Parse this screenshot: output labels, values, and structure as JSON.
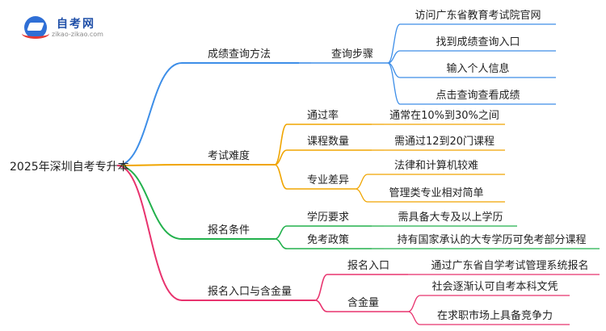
{
  "logo": {
    "title": "自考网",
    "subtitle": "zikao-zikao.com"
  },
  "root": "2025年深圳自考专升本",
  "branches": [
    {
      "label": "成绩查询方法",
      "color": "#3d8ee8",
      "children": [
        {
          "label": "查询步骤",
          "children": [
            "访问广东省教育考试院官网",
            "找到成绩查询入口",
            "输入个人信息",
            "点击查询查看成绩"
          ]
        }
      ]
    },
    {
      "label": "考试难度",
      "color": "#f0a500",
      "children": [
        {
          "label": "通过率",
          "children": [
            "通常在10%到30%之间"
          ]
        },
        {
          "label": "课程数量",
          "children": [
            "需通过12到20门课程"
          ]
        },
        {
          "label": "专业差异",
          "children": [
            "法律和计算机较难",
            "管理类专业相对简单"
          ]
        }
      ]
    },
    {
      "label": "报名条件",
      "color": "#22b14c",
      "children": [
        {
          "label": "学历要求",
          "children": [
            "需具备大专及以上学历"
          ]
        },
        {
          "label": "免考政策",
          "children": [
            "持有国家承认的大专学历可免考部分课程"
          ]
        }
      ]
    },
    {
      "label": "报名入口与含金量",
      "color": "#e8336e",
      "children": [
        {
          "label": "报名入口",
          "children": [
            "通过广东省自学考试管理系统报名"
          ]
        },
        {
          "label": "含金量",
          "children": [
            "社会逐渐认可自考本科文凭",
            "在求职市场上具备竞争力"
          ]
        }
      ]
    }
  ]
}
